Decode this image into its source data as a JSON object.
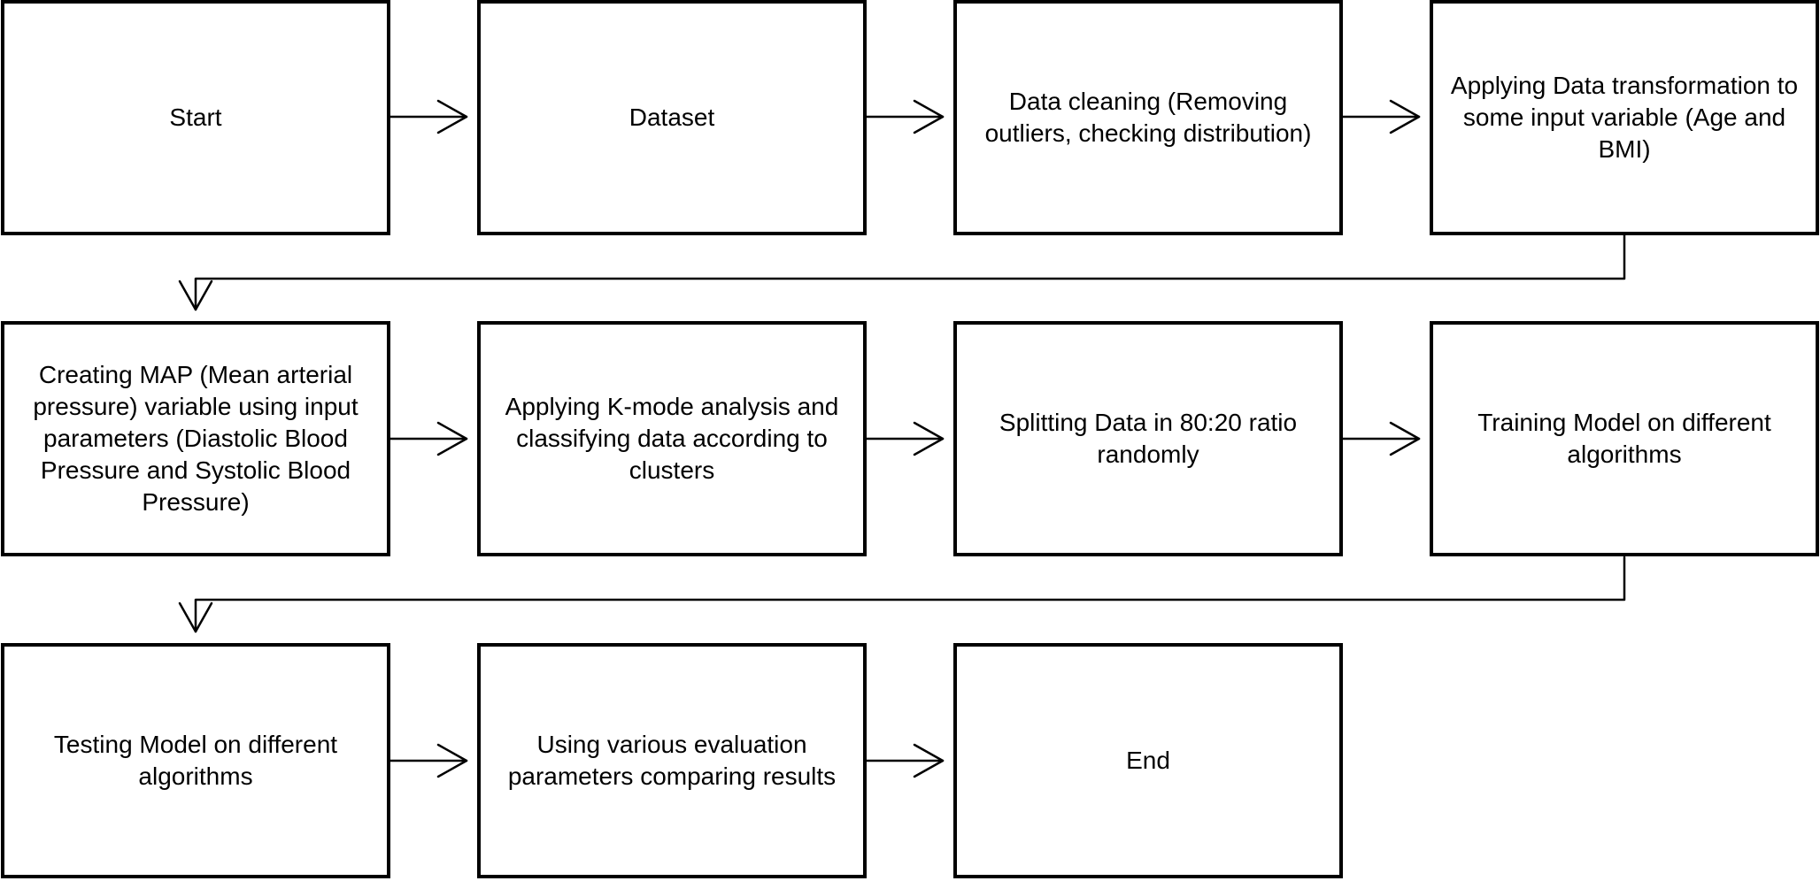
{
  "diagram": {
    "steps": [
      {
        "id": "start",
        "label": "Start"
      },
      {
        "id": "dataset",
        "label": "Dataset"
      },
      {
        "id": "data-cleaning",
        "label": "Data cleaning (Removing outliers, checking distribution)"
      },
      {
        "id": "data-transformation",
        "label": "Applying Data transformation to some input variable (Age and BMI)"
      },
      {
        "id": "creating-map",
        "label": "Creating MAP (Mean arterial pressure) variable using input parameters (Diastolic Blood Pressure and Systolic Blood Pressure)"
      },
      {
        "id": "k-mode",
        "label": "Applying K-mode analysis and classifying data according to clusters"
      },
      {
        "id": "splitting-data",
        "label": "Splitting Data in 80:20 ratio randomly"
      },
      {
        "id": "training",
        "label": "Training Model on different algorithms"
      },
      {
        "id": "testing",
        "label": "Testing Model on different algorithms"
      },
      {
        "id": "evaluation",
        "label": "Using various evaluation parameters comparing results"
      },
      {
        "id": "end",
        "label": "End"
      }
    ],
    "edges": [
      [
        "start",
        "dataset"
      ],
      [
        "dataset",
        "data-cleaning"
      ],
      [
        "data-cleaning",
        "data-transformation"
      ],
      [
        "data-transformation",
        "creating-map"
      ],
      [
        "creating-map",
        "k-mode"
      ],
      [
        "k-mode",
        "splitting-data"
      ],
      [
        "splitting-data",
        "training"
      ],
      [
        "training",
        "testing"
      ],
      [
        "testing",
        "evaluation"
      ],
      [
        "evaluation",
        "end"
      ]
    ],
    "colors": {
      "stroke": "#000000",
      "fill": "#ffffff",
      "text": "#000000"
    }
  }
}
